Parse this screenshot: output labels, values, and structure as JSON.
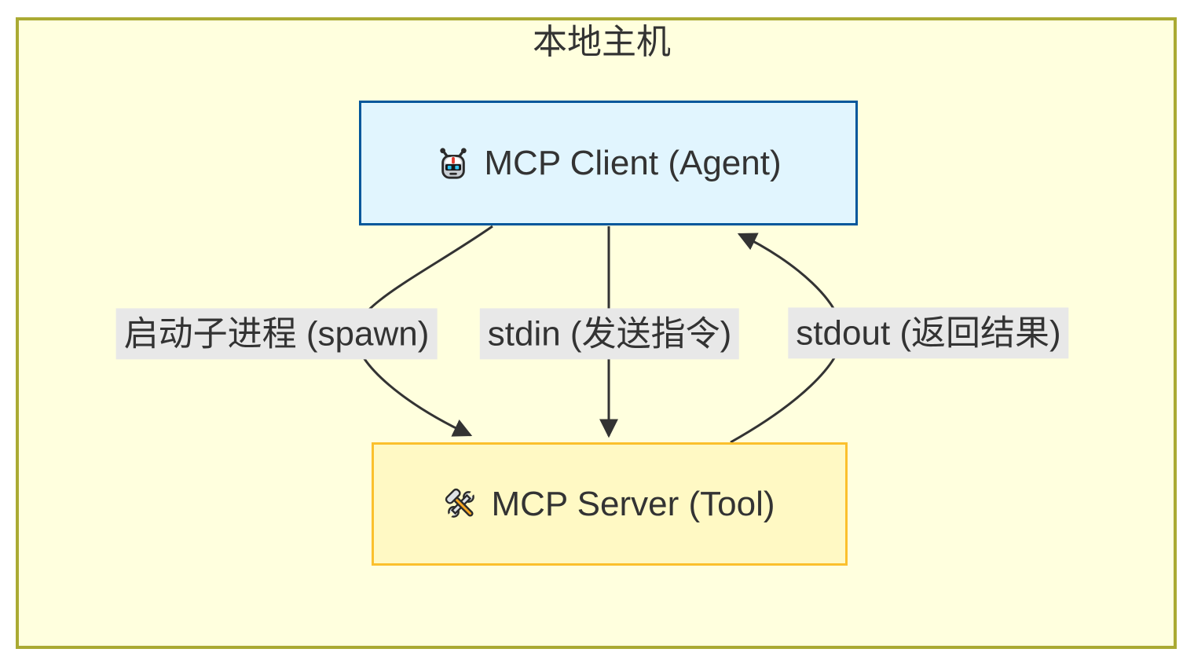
{
  "diagram": {
    "type": "flowchart",
    "cluster": {
      "title": "本地主机"
    },
    "nodes": {
      "client": {
        "label": "MCP Client (Agent)",
        "icon": "robot-icon",
        "fill": "#e1f5fe",
        "stroke": "#01579b"
      },
      "server": {
        "label": "MCP Server (Tool)",
        "icon": "tools-icon",
        "fill": "#fff9c4",
        "stroke": "#fbc02d"
      }
    },
    "edges": [
      {
        "from": "MCP Client (Agent)",
        "to": "MCP Server (Tool)",
        "label": "启动子进程 (spawn)"
      },
      {
        "from": "MCP Client (Agent)",
        "to": "MCP Server (Tool)",
        "label": "stdin (发送指令)"
      },
      {
        "from": "MCP Server (Tool)",
        "to": "MCP Client (Agent)",
        "label": "stdout (返回结果)"
      }
    ],
    "colors": {
      "canvas_bg": "#ffffff",
      "cluster_fill": "#ffffde",
      "cluster_stroke": "#aaaa33",
      "client_fill": "#e1f5fe",
      "client_stroke": "#01579b",
      "server_fill": "#fff9c4",
      "server_stroke": "#fbc02d",
      "edge_line": "#333333",
      "edge_label_bg": "#e8e8e8",
      "text": "#333333"
    }
  }
}
